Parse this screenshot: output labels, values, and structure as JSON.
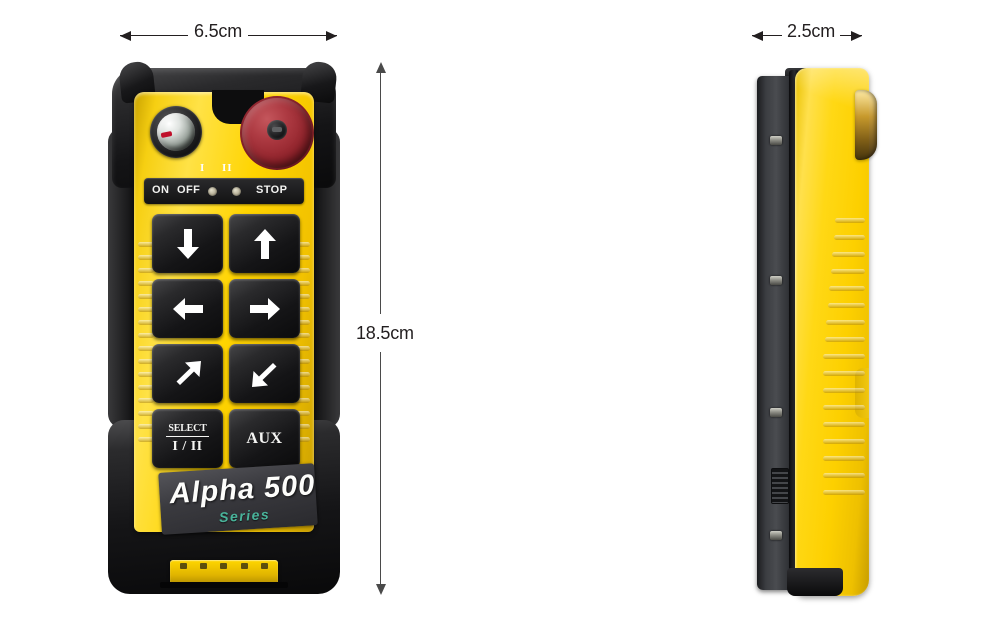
{
  "page": {
    "background_color": "#ffffff",
    "product_name": "Alpha 500 Series industrial radio remote control transmitter"
  },
  "dimensions": {
    "width": {
      "label": "6.5cm",
      "orientation": "horizontal",
      "applies_to": "front-view-width"
    },
    "height": {
      "label": "18.5cm",
      "orientation": "vertical",
      "applies_to": "front-view-height"
    },
    "depth": {
      "label": "2.5cm",
      "orientation": "horizontal",
      "applies_to": "side-view-thickness"
    }
  },
  "colors": {
    "body_yellow": "#ffd400",
    "bumper_black": "#141416",
    "estop_red": "#8e2129",
    "series_teal": "#49b39a",
    "key_black": "#151517",
    "dim_line": "#231f20"
  },
  "front_view": {
    "lamp": {
      "name": "indicator-lamp",
      "type": "clear dome indicator"
    },
    "emergency_stop": {
      "name": "emergency-stop-button",
      "color": "#8e2129"
    },
    "status_strip": {
      "on_label": "ON",
      "off_label": "OFF",
      "stop_label": "STOP",
      "led_markers": [
        "I",
        "II"
      ],
      "leds": [
        "led-1",
        "led-2"
      ]
    },
    "keypad": {
      "rows": [
        [
          {
            "name": "key-down",
            "icon": "arrow-down-icon",
            "label": ""
          },
          {
            "name": "key-up",
            "icon": "arrow-up-icon",
            "label": ""
          }
        ],
        [
          {
            "name": "key-left",
            "icon": "arrow-left-icon",
            "label": ""
          },
          {
            "name": "key-right",
            "icon": "arrow-right-icon",
            "label": ""
          }
        ],
        [
          {
            "name": "key-up-right",
            "icon": "arrow-up-right-icon",
            "label": ""
          },
          {
            "name": "key-down-left",
            "icon": "arrow-down-left-icon",
            "label": ""
          }
        ],
        [
          {
            "name": "key-select",
            "icon": "",
            "label_top": "SELECT",
            "label_bottom": "I / II"
          },
          {
            "name": "key-aux",
            "icon": "",
            "label": "AUX"
          }
        ]
      ]
    },
    "brand_plate": {
      "name": "Alpha 500",
      "series": "Series"
    },
    "battery": {
      "name": "battery-latch",
      "teeth": 5
    }
  },
  "side_view": {
    "back_panel": "dark grey rear housing",
    "screws": 4,
    "body": "yellow moulded shell with grip ribs",
    "lamp_profile": "amber translucent dome",
    "foot": "black rubber base"
  }
}
